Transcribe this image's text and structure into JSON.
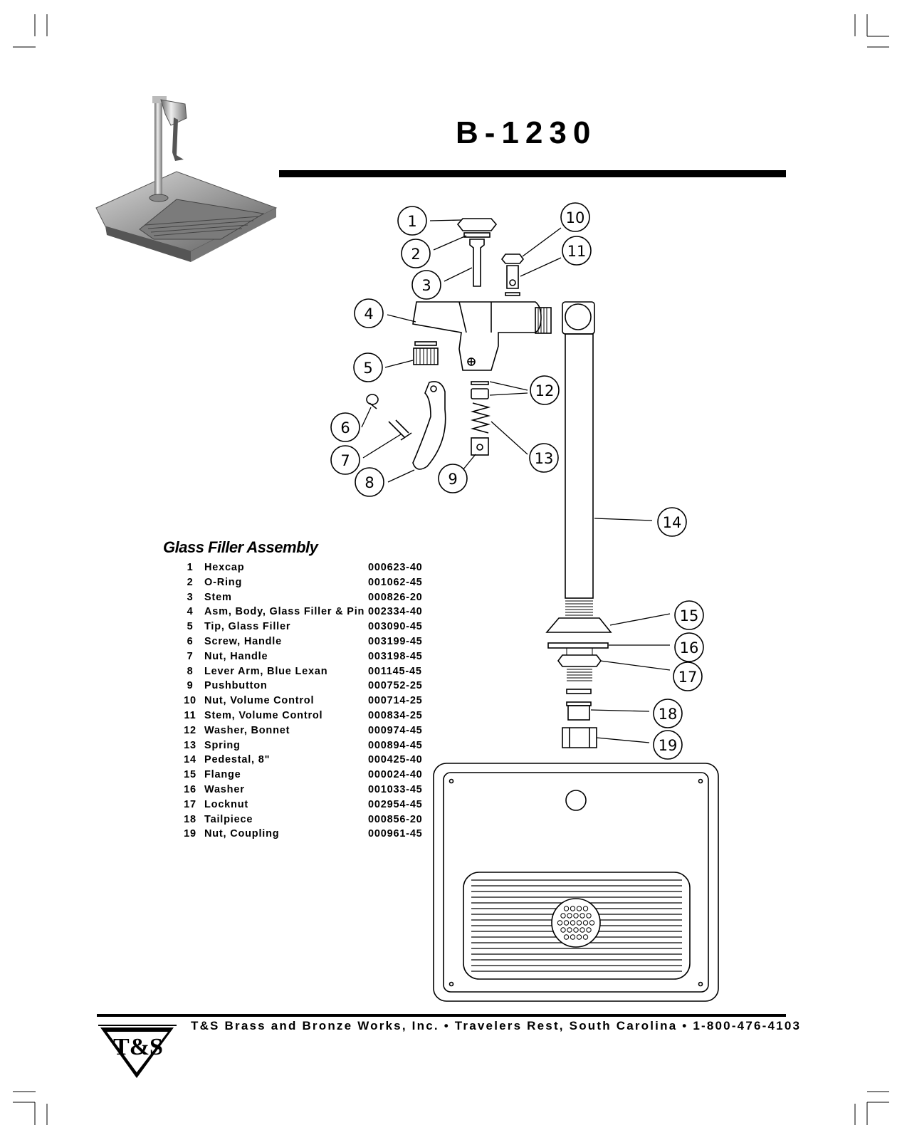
{
  "document": {
    "model": "B-1230",
    "assembly_title": "Glass Filler Assembly",
    "parts": [
      {
        "num": "1",
        "desc": "Hexcap",
        "pn": "000623-40"
      },
      {
        "num": "2",
        "desc": "O-Ring",
        "pn": "001062-45"
      },
      {
        "num": "3",
        "desc": "Stem",
        "pn": "000826-20"
      },
      {
        "num": "4",
        "desc": "Asm, Body, Glass Filler & Pin",
        "pn": "002334-40"
      },
      {
        "num": "5",
        "desc": "Tip, Glass Filler",
        "pn": "003090-45"
      },
      {
        "num": "6",
        "desc": "Screw, Handle",
        "pn": "003199-45"
      },
      {
        "num": "7",
        "desc": "Nut, Handle",
        "pn": "003198-45"
      },
      {
        "num": "8",
        "desc": "Lever Arm, Blue Lexan",
        "pn": "001145-45"
      },
      {
        "num": "9",
        "desc": "Pushbutton",
        "pn": "000752-25"
      },
      {
        "num": "10",
        "desc": "Nut, Volume Control",
        "pn": "000714-25"
      },
      {
        "num": "11",
        "desc": "Stem, Volume Control",
        "pn": "000834-25"
      },
      {
        "num": "12",
        "desc": "Washer, Bonnet",
        "pn": "000974-45"
      },
      {
        "num": "13",
        "desc": "Spring",
        "pn": "000894-45"
      },
      {
        "num": "14",
        "desc": "Pedestal, 8\"",
        "pn": "000425-40"
      },
      {
        "num": "15",
        "desc": "Flange",
        "pn": "000024-40"
      },
      {
        "num": "16",
        "desc": "Washer",
        "pn": "001033-45"
      },
      {
        "num": "17",
        "desc": "Locknut",
        "pn": "002954-45"
      },
      {
        "num": "18",
        "desc": "Tailpiece",
        "pn": "000856-20"
      },
      {
        "num": "19",
        "desc": "Nut, Coupling",
        "pn": "000961-45"
      }
    ],
    "callouts": [
      "1",
      "2",
      "3",
      "4",
      "5",
      "6",
      "7",
      "8",
      "9",
      "10",
      "11",
      "12",
      "13",
      "14",
      "15",
      "16",
      "17",
      "18",
      "19"
    ],
    "footer": "T&S Brass and Bronze Works, Inc. • Travelers Rest, South Carolina • 1-800-476-4103",
    "logo_text": "T&S"
  }
}
